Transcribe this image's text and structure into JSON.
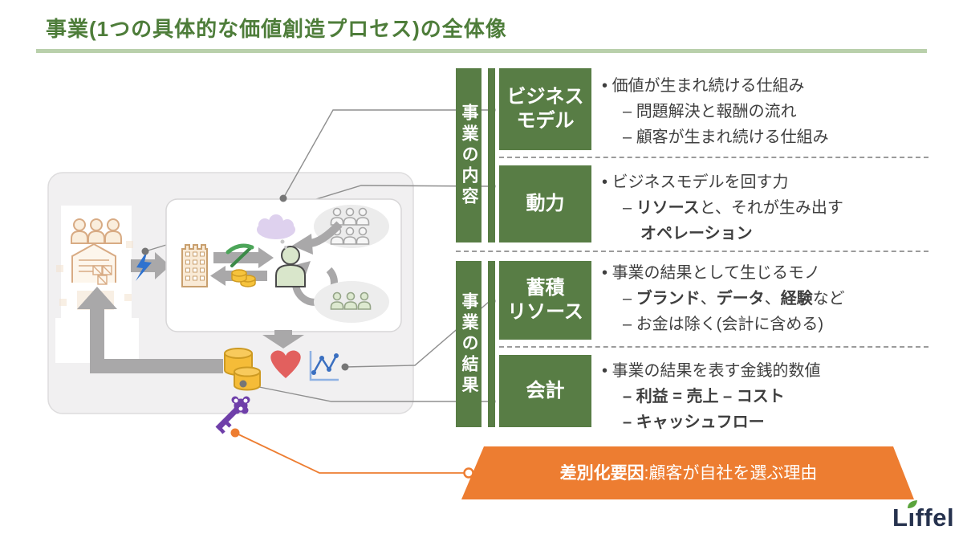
{
  "title": "事業(1つの具体的な価値創造プロセス)の全体像",
  "side_groups": [
    {
      "label": "事業の内容"
    },
    {
      "label": "事業の結果"
    }
  ],
  "sections": [
    {
      "box": {
        "line1": "ビジネス",
        "line2": "モデル"
      },
      "lines": [
        {
          "indent": 0,
          "segments": [
            {
              "t": "• "
            },
            {
              "t": "価値が生まれ続ける仕組み"
            }
          ]
        },
        {
          "indent": 1,
          "segments": [
            {
              "t": "– "
            },
            {
              "t": "問題解決と報酬の流れ"
            }
          ]
        },
        {
          "indent": 1,
          "segments": [
            {
              "t": "– "
            },
            {
              "t": "顧客が生まれ続ける仕組み"
            }
          ]
        }
      ]
    },
    {
      "box": {
        "line1": "動力",
        "line2": ""
      },
      "lines": [
        {
          "indent": 0,
          "segments": [
            {
              "t": "• "
            },
            {
              "t": "ビジネスモデルを回す力"
            }
          ]
        },
        {
          "indent": 1,
          "segments": [
            {
              "t": "– "
            },
            {
              "t": "リソース",
              "b": true
            },
            {
              "t": "と、それが生み出す"
            }
          ]
        },
        {
          "indent": 2,
          "segments": [
            {
              "t": "オペレーション",
              "b": true
            }
          ]
        }
      ]
    },
    {
      "box": {
        "line1": "蓄積",
        "line2": "リソース"
      },
      "lines": [
        {
          "indent": 0,
          "segments": [
            {
              "t": "• "
            },
            {
              "t": "事業の結果として生じるモノ"
            }
          ]
        },
        {
          "indent": 1,
          "segments": [
            {
              "t": "– "
            },
            {
              "t": "ブランド",
              "b": true
            },
            {
              "t": "、"
            },
            {
              "t": "データ",
              "b": true
            },
            {
              "t": "、"
            },
            {
              "t": "経験",
              "b": true
            },
            {
              "t": "など"
            }
          ]
        },
        {
          "indent": 1,
          "segments": [
            {
              "t": "– "
            },
            {
              "t": "お金は除く(会計に含める)"
            }
          ]
        }
      ]
    },
    {
      "box": {
        "line1": "会計",
        "line2": ""
      },
      "lines": [
        {
          "indent": 0,
          "segments": [
            {
              "t": "• "
            },
            {
              "t": "事業の結果を表す金銭的数値"
            }
          ]
        },
        {
          "indent": 1,
          "segments": [
            {
              "t": "– ",
              "b": true
            },
            {
              "t": "利益 = 売上 – コスト",
              "b": true
            }
          ]
        },
        {
          "indent": 1,
          "segments": [
            {
              "t": "– ",
              "b": true
            },
            {
              "t": "キャッシュフロー",
              "b": true
            }
          ]
        }
      ]
    }
  ],
  "banner": {
    "lines": [
      {
        "indent": 0,
        "segments": [
          {
            "t": "差別化要因",
            "b": true
          },
          {
            "t": ":顧客が自社を選ぶ理由"
          }
        ]
      }
    ]
  },
  "logo": {
    "full": "Liffel",
    "part1": "L",
    "part2": "ı",
    "part3": "ffel"
  },
  "icons": {
    "lightning-icon": "#2f72cf",
    "pickaxe-icon": "#4ca559",
    "coins-icon": "#f5bc38",
    "heart-icon": "#e2605e",
    "chart-icon": "#3a6fc0",
    "key-icon": "#6f3fa9",
    "thought-cloud-icon": "#ded1ee",
    "person-icon": "#d9e6cb",
    "customers-icon": "#a7a7a7",
    "warehouse-icon": "#d8ab84",
    "building-icon": "#c9a06f",
    "arrow-icon": "#a9a8a9",
    "leaf-icon": "#5aa43c"
  },
  "colors": {
    "green": "#587d45",
    "title_green": "#4e7d3a",
    "underline_green": "#b9d0ab",
    "orange": "#ed7d31",
    "body_text": "#3f3f3f",
    "connector_gray": "#8f8f8f",
    "logo_navy": "#26324e"
  }
}
